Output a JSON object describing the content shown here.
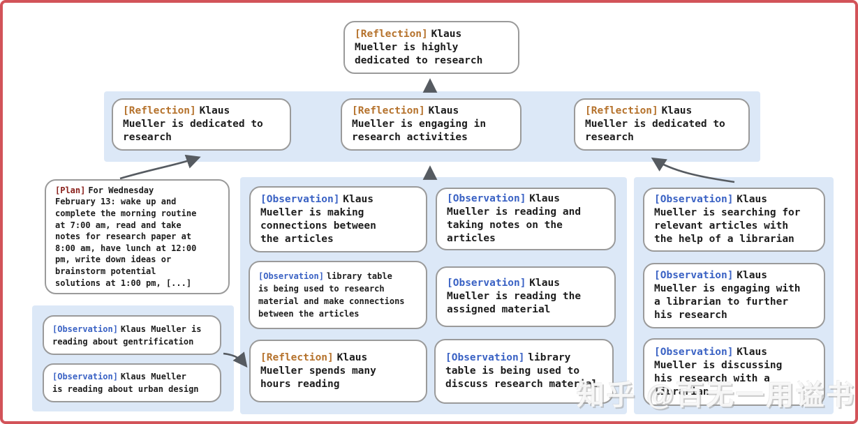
{
  "colors": {
    "band_bg": "#dce8f7",
    "box_border": "#9a9a9a",
    "text": "#1c1c1c",
    "reflection_label": "#b5722c",
    "observation_label": "#3a62c4",
    "plan_label": "#8a211c",
    "arrow": "#565b61",
    "frame_border": "#d25359"
  },
  "nodes": {
    "top": {
      "label": "[Reflection]",
      "text": "Klaus\nMueller is highly\ndedicated to research"
    },
    "row2": [
      {
        "label": "[Reflection]",
        "text": "Klaus\nMueller is dedicated to\nresearch"
      },
      {
        "label": "[Reflection]",
        "text": "Klaus\nMueller is engaging in\nresearch activities"
      },
      {
        "label": "[Reflection]",
        "text": "Klaus\nMueller is dedicated to\nresearch"
      }
    ],
    "plan": {
      "label": "[Plan]",
      "text": "For Wednesday\nFebruary 13: wake up and\ncomplete the morning routine\nat 7:00 am, read and take\nnotes for research paper at\n8:00 am, have lunch at 12:00\npm, write down ideas or\nbrainstorm potential\nsolutions at 1:00 pm, [...]"
    },
    "left_observations": [
      {
        "label": "[Observation]",
        "text": "Klaus Mueller is\nreading about gentrification"
      },
      {
        "label": "[Observation]",
        "text": "Klaus Mueller\nis reading about urban design"
      }
    ],
    "middle_left": [
      {
        "label": "[Observation]",
        "text": "Klaus\nMueller is making\nconnections between\nthe articles"
      },
      {
        "label": "[Observation]",
        "text": "library table\nis being used to research\nmaterial and make connections\nbetween the articles"
      },
      {
        "label": "[Reflection]",
        "text": "Klaus\nMueller spends many\nhours reading"
      }
    ],
    "middle_right": [
      {
        "label": "[Observation]",
        "text": "Klaus\nMueller is reading and\ntaking notes on the\narticles"
      },
      {
        "label": "[Observation]",
        "text": "Klaus\nMueller is reading the\nassigned material"
      },
      {
        "label": "[Observation]",
        "text": "library\ntable is being used to\ndiscuss research material"
      }
    ],
    "right_column": [
      {
        "label": "[Observation]",
        "text": "Klaus\nMueller is searching for\nrelevant articles with\nthe help of a librarian"
      },
      {
        "label": "[Observation]",
        "text": "Klaus\nMueller is engaging with\na librarian to further\nhis research"
      },
      {
        "label": "[Observation]",
        "text": "Klaus\nMueller is discussing\nhis research with a\nlibrarian"
      }
    ]
  },
  "watermark": {
    "text": "知乎 @百无一用谥书生"
  }
}
